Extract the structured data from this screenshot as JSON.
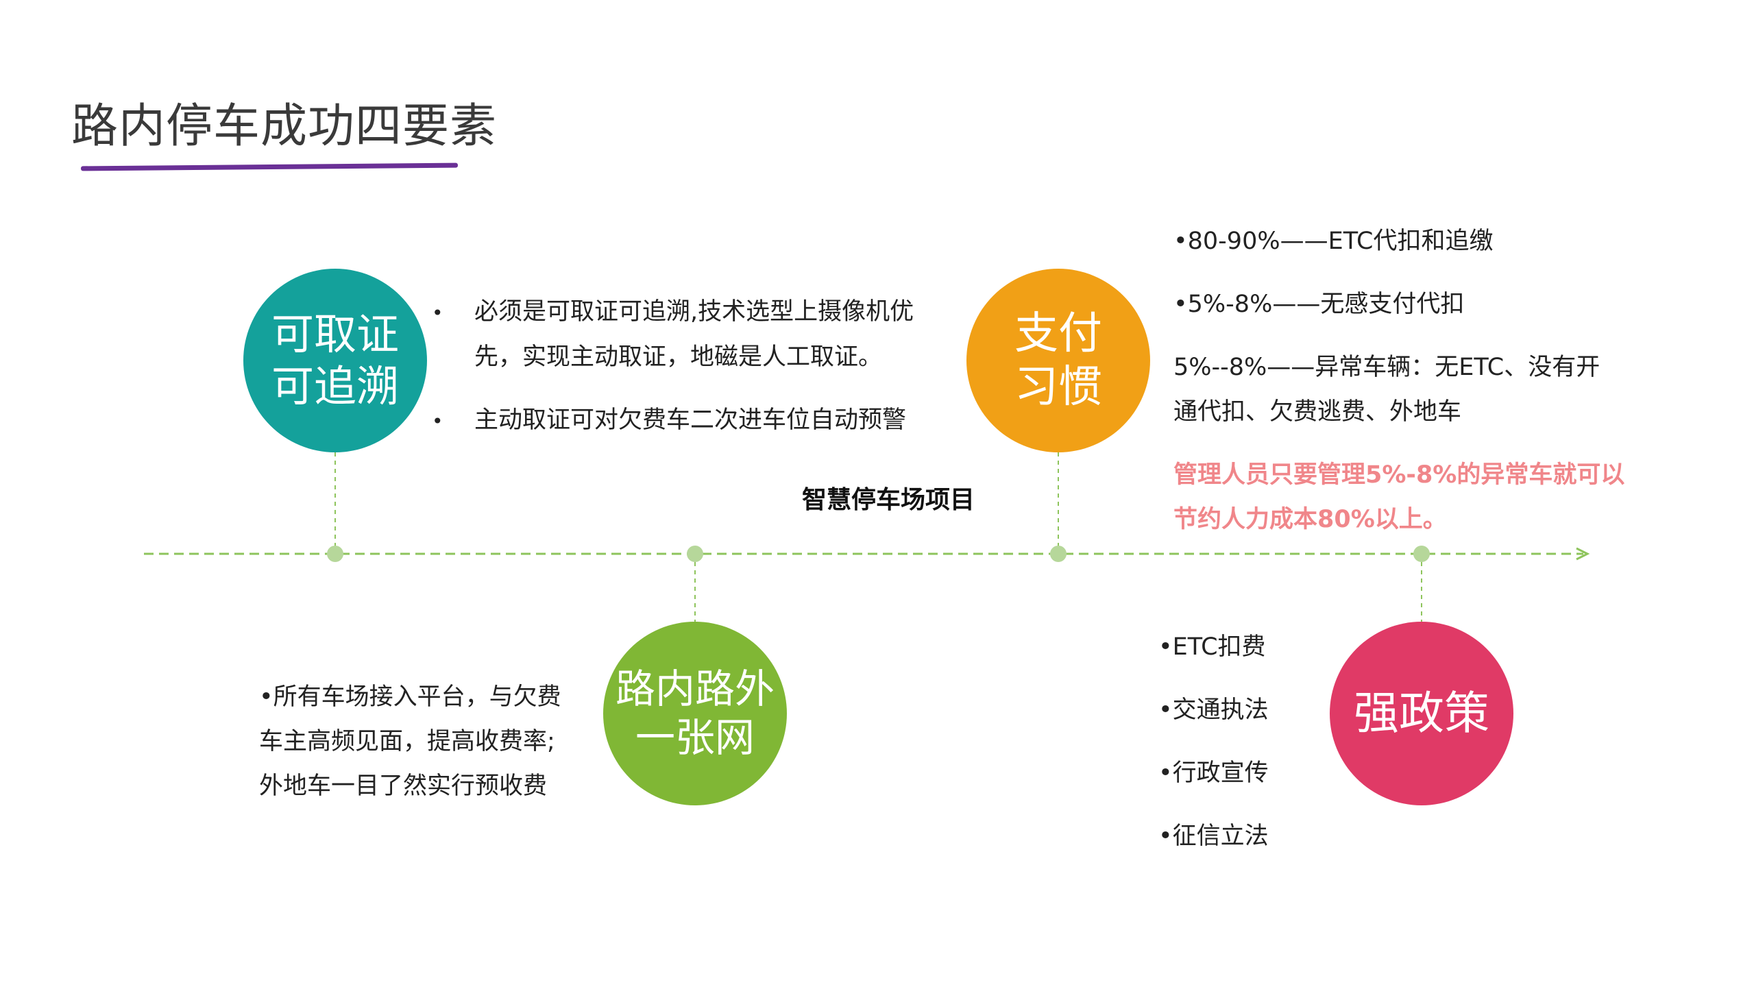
{
  "slide": {
    "title": "路内停车成功四要素",
    "center_label": "智慧停车场项目"
  },
  "colors": {
    "title_underline": "#6a3096",
    "timeline": "#8ec45c",
    "circle_teal": "#14a19b",
    "circle_green": "#80b735",
    "circle_orange": "#f1a016",
    "circle_pink": "#e03a66",
    "highlight_text": "#f0868a"
  },
  "elements": {
    "evidence": {
      "circle_lines": [
        "可取证",
        "可追溯"
      ],
      "bullets": [
        "必须是可取证可追溯,技术选型上摄像机优",
        "先，实现主动取证，地磁是人工取证。",
        "主动取证可对欠费车二次进车位自动预警"
      ],
      "bullet_marker": "•"
    },
    "network": {
      "circle_lines": [
        "路内路外",
        "一张网"
      ],
      "lines": [
        "•所有车场接入平台，与欠费",
        "车主高频见面，提高收费率;",
        "外地车一目了然实行预收费"
      ]
    },
    "payment": {
      "circle_lines": [
        "支付",
        "习惯"
      ],
      "lines": [
        "•80-90%——ETC代扣和追缴",
        "•5%-8%——无感支付代扣",
        "5%--8%——异常车辆：无ETC、没有开",
        "通代扣、欠费逃费、外地车"
      ],
      "highlight_lines": [
        "管理人员只要管理5%-8%的异常车就可以",
        "节约人力成本80%以上。"
      ]
    },
    "policy": {
      "circle_lines": [
        "强政策"
      ],
      "lines": [
        "•ETC扣费",
        "•交通执法",
        "•行政宣传",
        "•征信立法"
      ]
    }
  }
}
